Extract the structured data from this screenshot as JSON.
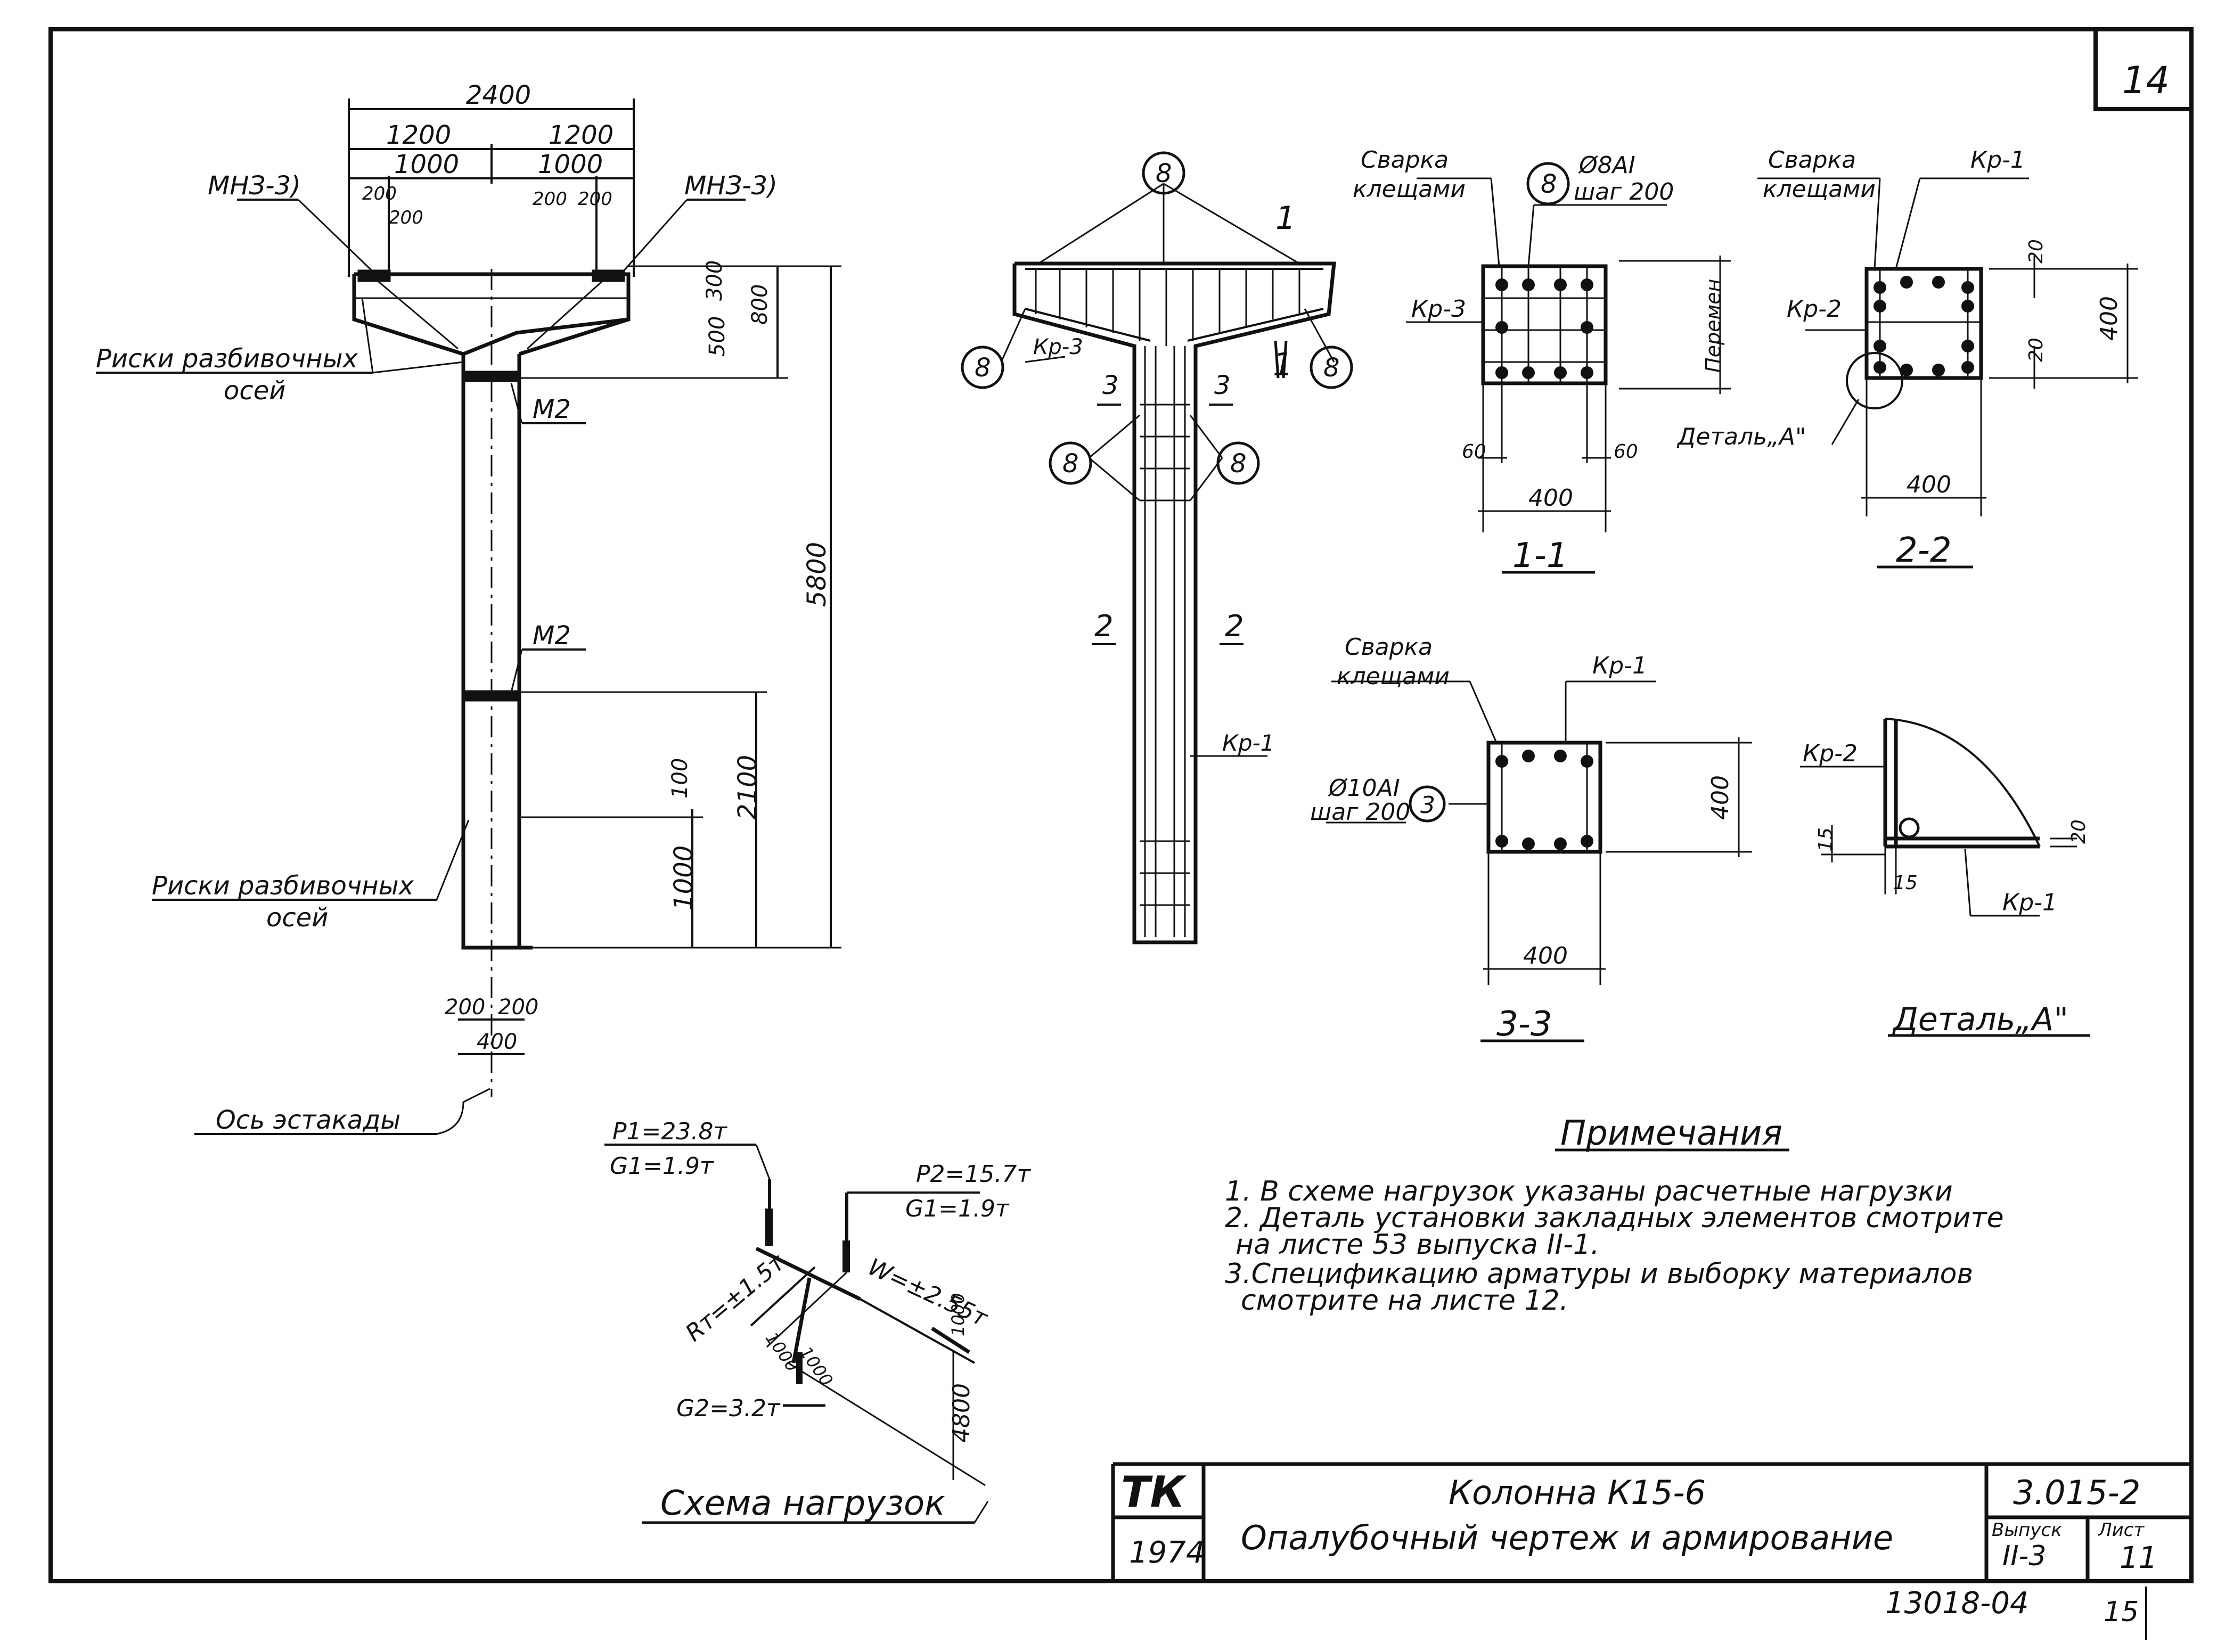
{
  "sheet_corner": "14",
  "bottom_number": "13018-04",
  "bottom_page": "15",
  "elevation": {
    "dim_total": "2400",
    "dim_half_left": "1200",
    "dim_half_right": "1200",
    "dim_1000_left": "1000",
    "dim_1000_right": "1000",
    "dim_200_a": "200",
    "dim_200_b": "200",
    "dim_200_c": "200",
    "dim_200_d": "200",
    "label_mnz_left": "МНЗ-3)",
    "label_mnz_right": "МНЗ-3)",
    "label_risk_top_1": "Риски разбивочных",
    "label_risk_top_2": "осей",
    "label_m2_top": "М2",
    "label_m2_mid": "М2",
    "label_risk_bot_1": "Риски разбивочных",
    "label_risk_bot_2": "осей",
    "dim_300": "300",
    "dim_500": "500",
    "dim_800": "800",
    "dim_5800": "5800",
    "dim_2100": "2100",
    "dim_100": "100",
    "dim_1000_v": "1000",
    "dim_bot_200_l": "200",
    "dim_bot_200_r": "200",
    "dim_bot_400": "400",
    "label_axis": "Ось эстакады"
  },
  "rebar_view": {
    "mark_b_top": "8",
    "mark_b_left": "8",
    "mark_b_right": "8",
    "mark_b_mid_l": "8",
    "mark_b_mid_r": "8",
    "label_kr3": "Кр-3",
    "label_kr1": "Кр-1",
    "sec_11": "1",
    "sec_11b": "1",
    "sec_33_l": "3",
    "sec_33_r": "3",
    "sec_22_l": "2",
    "sec_22_r": "2"
  },
  "section_11": {
    "weld_1": "Сварка",
    "weld_2": "клещами",
    "bar_mark": "8",
    "bar_spec": "Ø8АI",
    "bar_step": "шаг 200",
    "kr": "Кр-3",
    "dim_var": "Перемен",
    "dim_60_l": "60",
    "dim_60_r": "60",
    "dim_400": "400",
    "title": "1-1"
  },
  "section_22": {
    "weld_1": "Сварка",
    "weld_2": "клещами",
    "kr_1": "Кр-1",
    "kr_2": "Кр-2",
    "dim_20_t": "20",
    "dim_20_b": "20",
    "dim_400_v": "400",
    "dim_400_h": "400",
    "detail_ref": "Деталь„А\"",
    "title": "2-2"
  },
  "section_33": {
    "weld_1": "Сварка",
    "weld_2": "клещами",
    "kr": "Кр-1",
    "bar_spec": "Ø10АI",
    "bar_step": "шаг 200",
    "bar_mark": "3",
    "dim_400_v": "400",
    "dim_400_h": "400",
    "title": "3-3"
  },
  "detail_a": {
    "kr2": "Кр-2",
    "kr1": "Кр-1",
    "dim_15_a": "15",
    "dim_15_b": "15",
    "dim_20": "20",
    "title": "Деталь„А\""
  },
  "load_scheme": {
    "p1": "P1=23.8т",
    "g1_left": "G1=1.9т",
    "p2": "P2=15.7т",
    "g1_right": "G1=1.9т",
    "rt": "Rт=±1.5т",
    "w": "W=±2.55т",
    "dim_1000_a": "1000",
    "dim_1000_b": "1000",
    "dim_1000_c": "1000",
    "dim_4800": "4800",
    "g2": "G2=3.2т",
    "title": "Схема нагрузок"
  },
  "notes": {
    "title": "Примечания",
    "line1": "1. В схеме нагрузок указаны расчетные нагрузки",
    "line2": "2. Деталь установки закладных элементов смотрите",
    "line3": "на листе 53 выпуска II-1.",
    "line4": "3.Спецификацию арматуры и выборку материалов",
    "line5": "смотрите на листе 12."
  },
  "title_block": {
    "logo": "ТК",
    "year": "1974",
    "title_1": "Колонна К15-6",
    "title_2": "Опалубочный чертеж и армирование",
    "code": "3.015-2",
    "issue_label": "Выпуск",
    "issue_value": "II-3",
    "sheet_label": "Лист",
    "sheet_value": "11"
  }
}
